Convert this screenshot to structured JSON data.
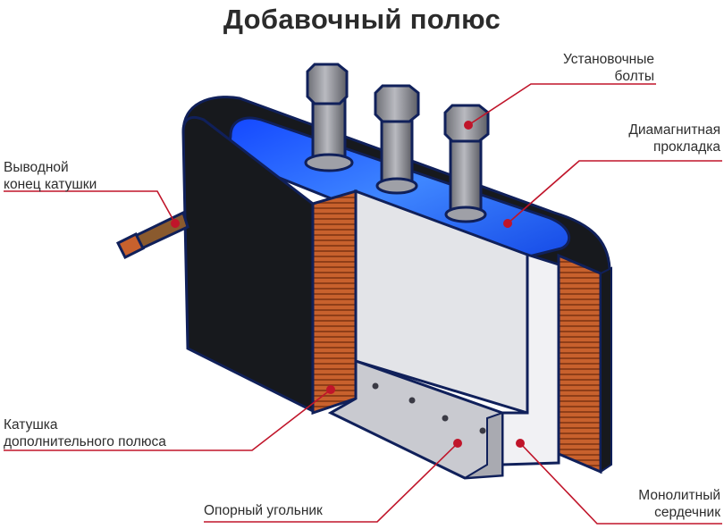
{
  "title": "Добавочный полюс",
  "labels": {
    "bolts": [
      "Установочные",
      "болты"
    ],
    "gasket": [
      "Диамагнитная",
      "прокладка"
    ],
    "lead": [
      "Выводной",
      "конец катушки"
    ],
    "coil": [
      "Катушка",
      "дополнительного полюса"
    ],
    "angle": [
      "Опорный угольник"
    ],
    "core": [
      "Монолитный",
      "сердечник"
    ]
  },
  "colors": {
    "outline": "#10205a",
    "coil_black": "#17191d",
    "coil_copper": "#c8612d",
    "gasket_blue": "#1f5cff",
    "core_gray": "#e3e4e8",
    "angle_gray": "#c9cad0",
    "bolt_gray": "#8f9097",
    "pointer_red": "#c0152a"
  }
}
